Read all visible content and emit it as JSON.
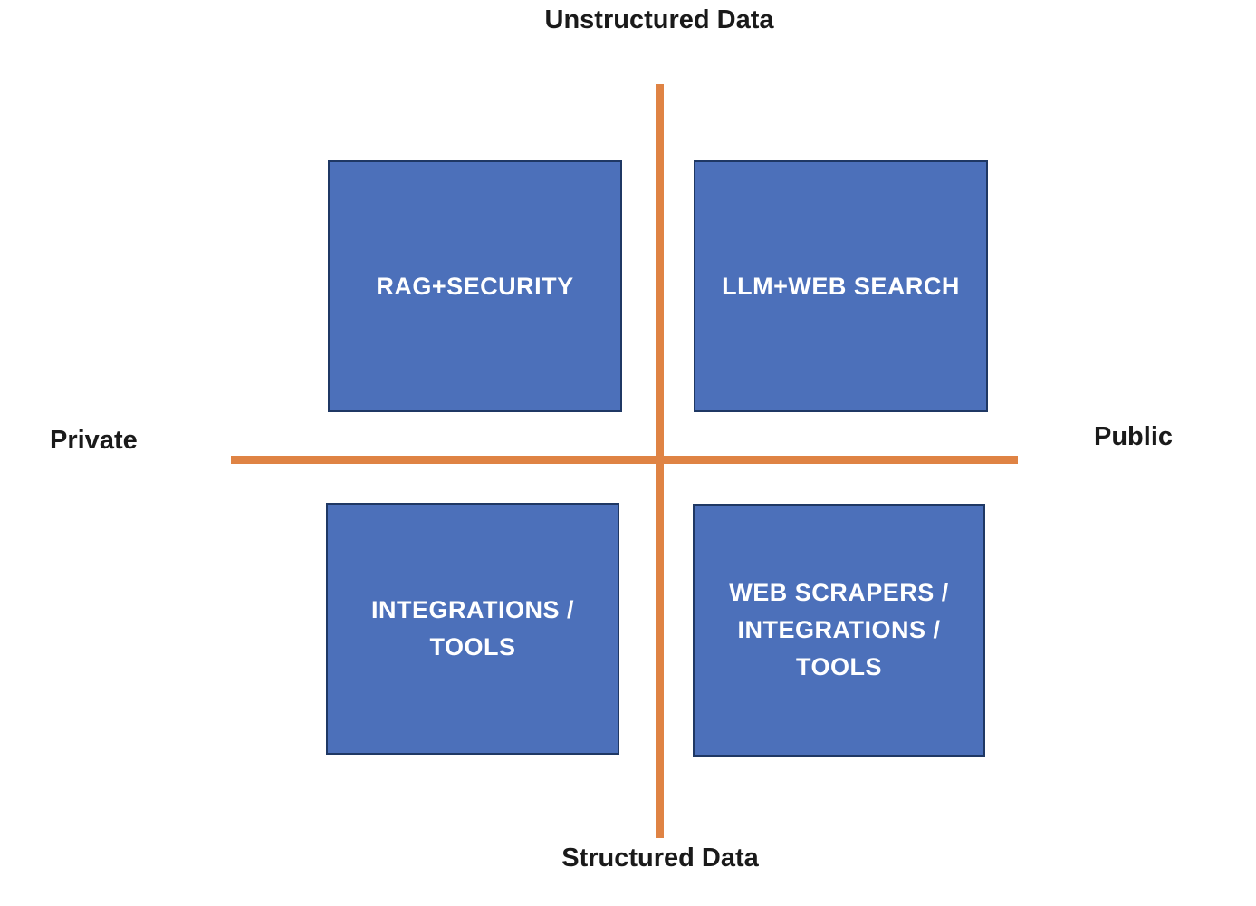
{
  "diagram": {
    "title": "",
    "axes": {
      "top_label": "Unstructured Data",
      "bottom_label": "Structured Data",
      "left_label": "Private",
      "right_label": "Public"
    },
    "quadrants": [
      {
        "position": "top-left",
        "label": "RAG+SECURITY"
      },
      {
        "position": "top-right",
        "label": "LLM+WEB SEARCH"
      },
      {
        "position": "bottom-left",
        "label": "INTEGRATIONS /\nTOOLS"
      },
      {
        "position": "bottom-right",
        "label": "WEB SCRAPERS /\nINTEGRATIONS /\nTOOLS"
      }
    ],
    "colors": {
      "box_fill": "#4C70BA",
      "box_border": "#1F3864",
      "box_text": "#FFFFFF",
      "axis_line": "#DF8344",
      "axis_label_text": "#1A1A1A",
      "background": "#FFFFFF"
    }
  }
}
